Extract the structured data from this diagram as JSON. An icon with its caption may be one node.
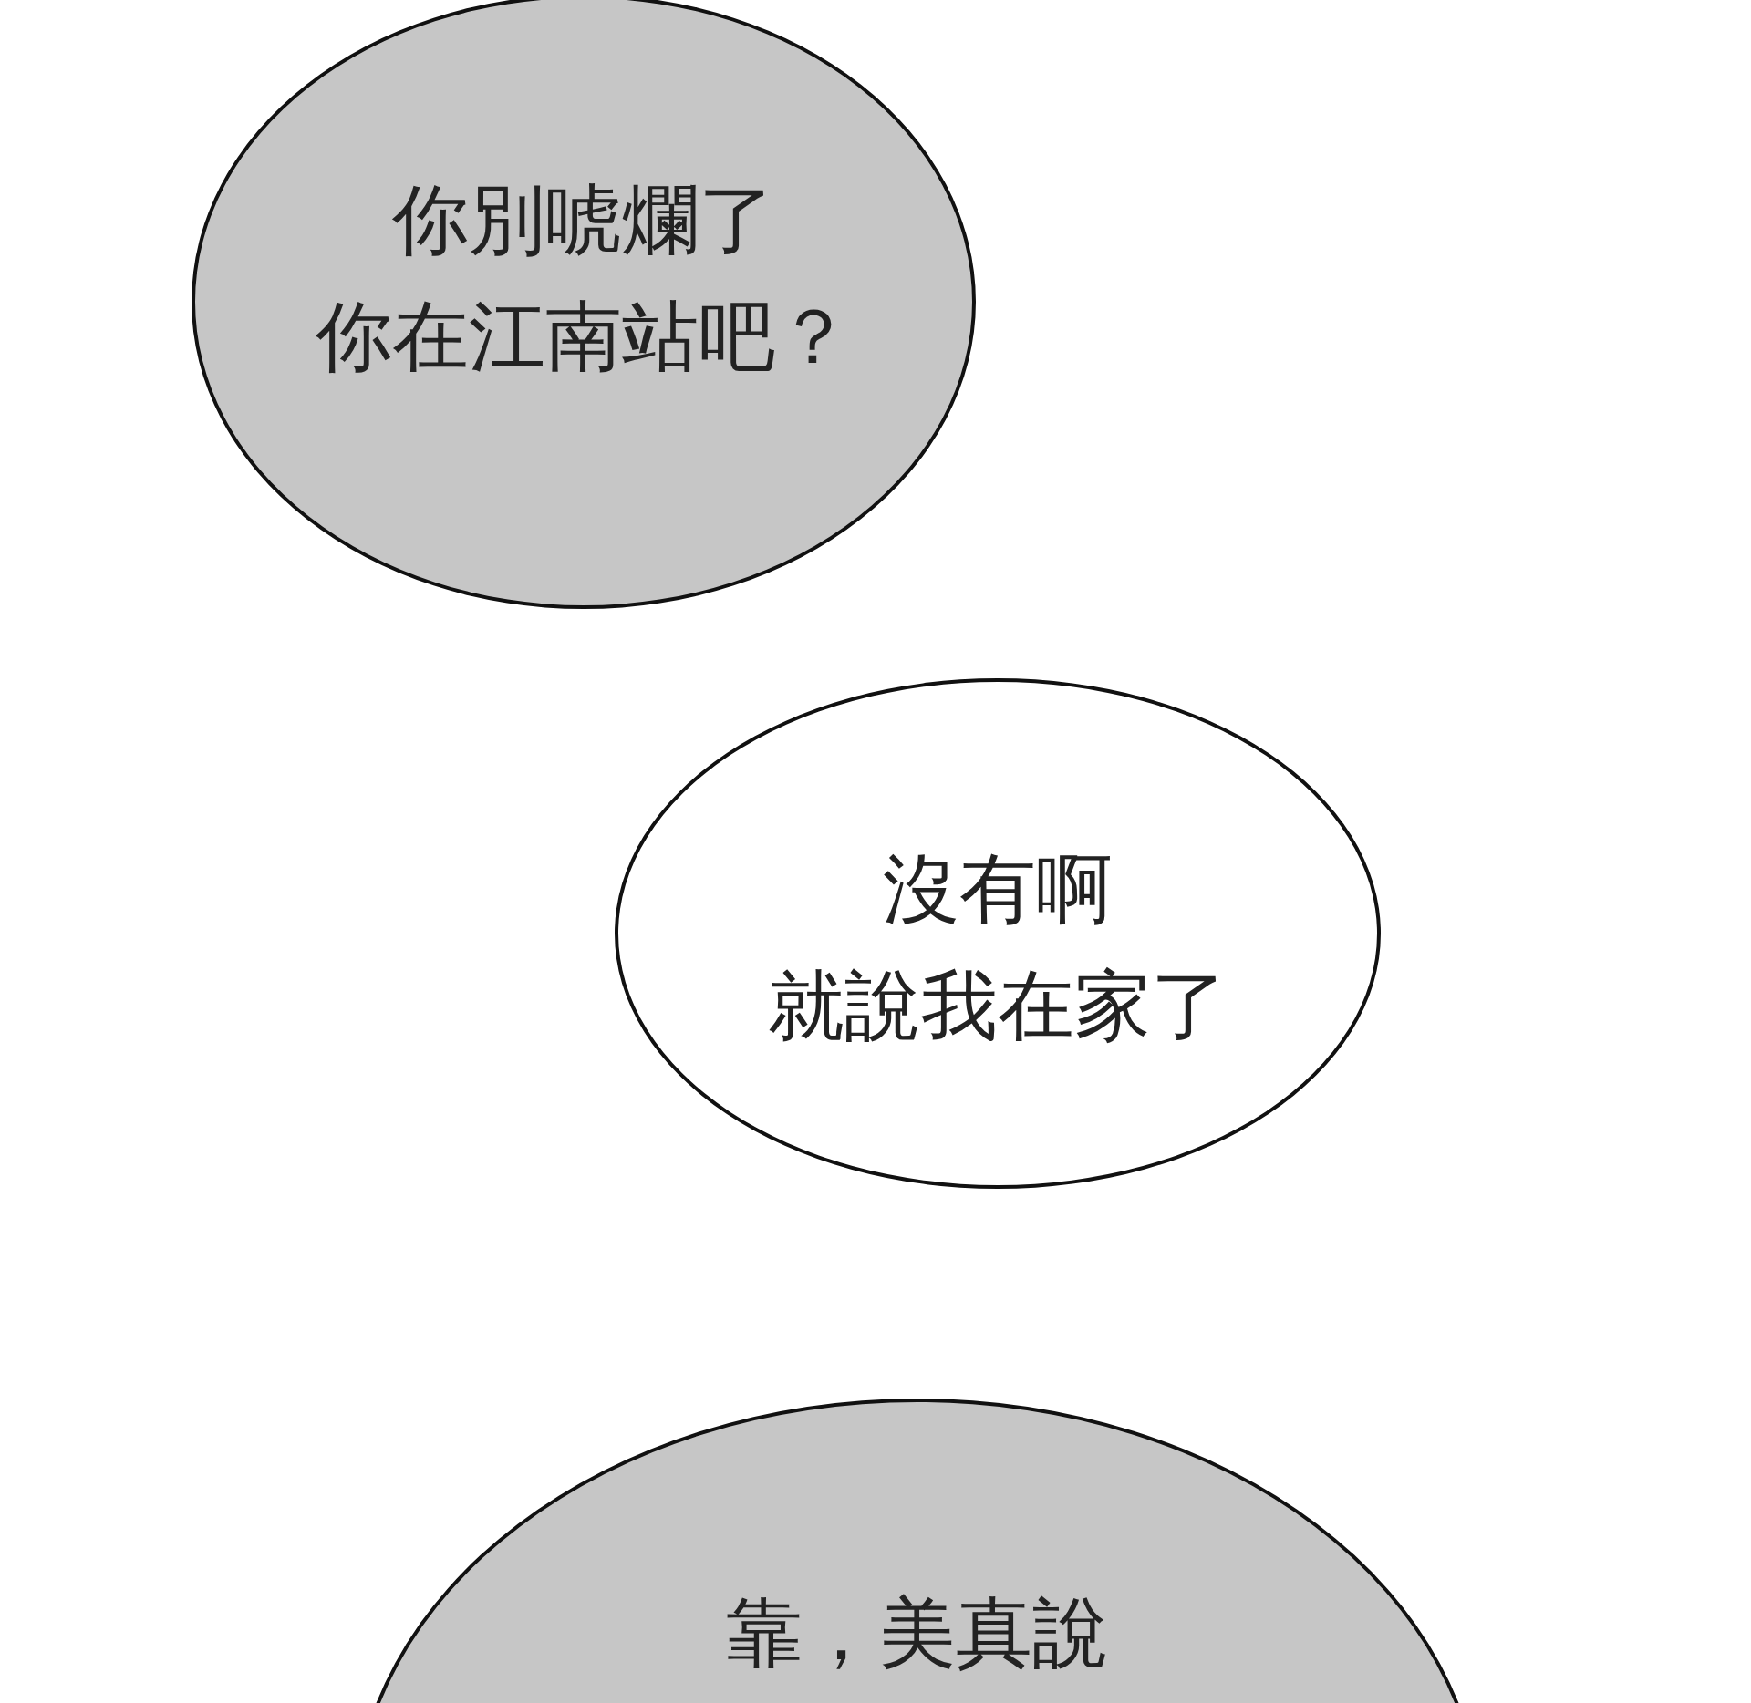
{
  "diagram": {
    "nodes": [
      {
        "text": [
          "你別唬爛了你在江南站吧？"
        ]
      },
      {
        "text": [
          "沒有啊就說我在家了"
        ]
      },
      {
        "text": [
          "靠，美真說"
        ]
      }
    ],
    "edges": []
  }
}
